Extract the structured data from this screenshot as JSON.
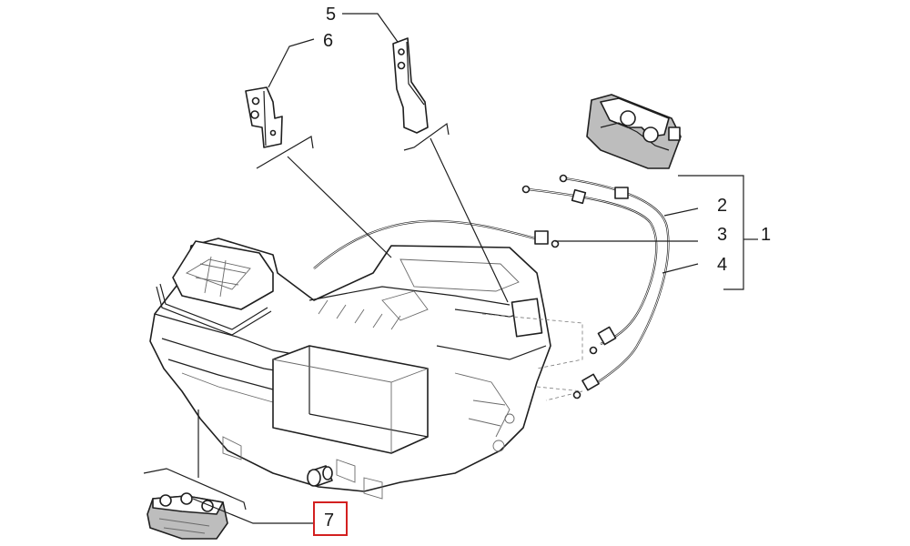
{
  "diagram": {
    "callouts": [
      {
        "id": "1",
        "label": "1"
      },
      {
        "id": "2",
        "label": "2"
      },
      {
        "id": "3",
        "label": "3"
      },
      {
        "id": "4",
        "label": "4"
      },
      {
        "id": "5",
        "label": "5"
      },
      {
        "id": "6",
        "label": "6"
      },
      {
        "id": "7",
        "label": "7"
      }
    ],
    "highlighted_callout": "7",
    "colors": {
      "line": "#1f1f1f",
      "highlight": "#d32020",
      "background": "#ffffff"
    }
  }
}
